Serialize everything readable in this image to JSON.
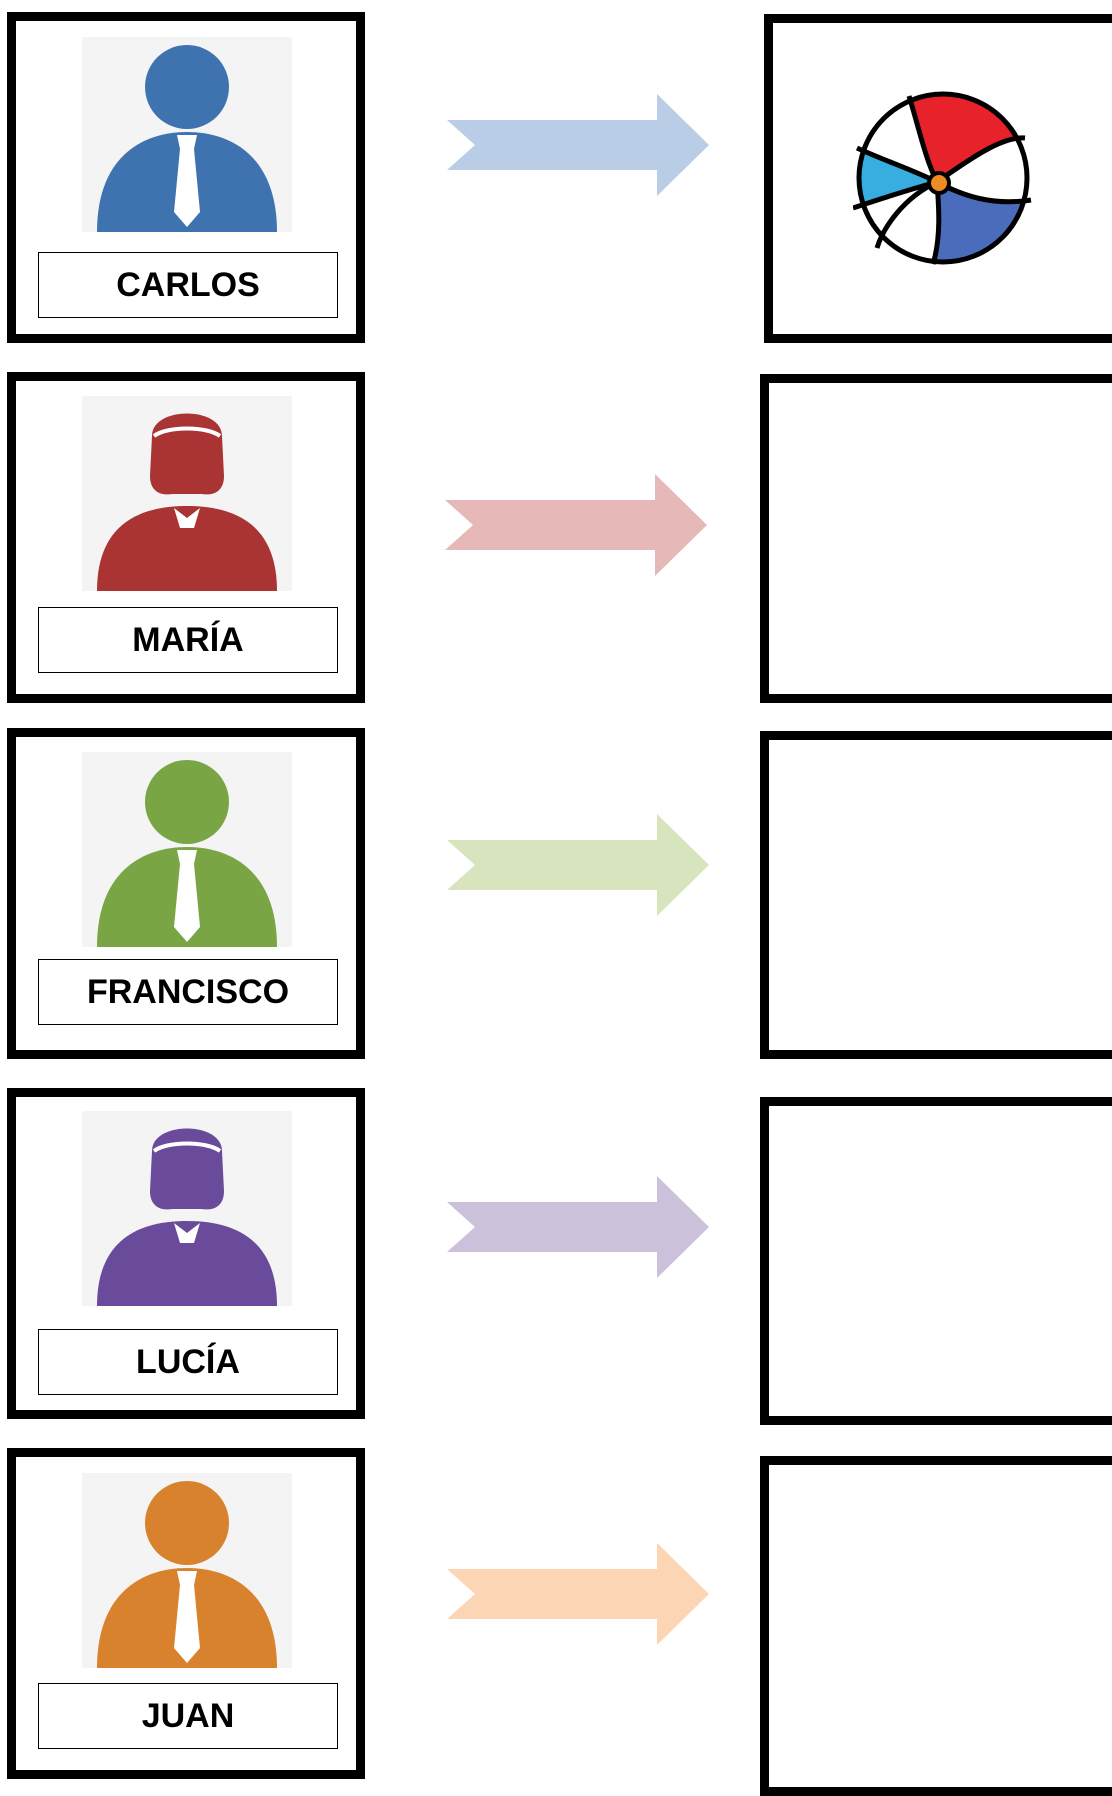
{
  "rows": [
    {
      "name": "CARLOS",
      "figure": "boy-icon",
      "color": "#3f73b0",
      "arrow_color": "#b9cde6",
      "item": "beach-ball-icon"
    },
    {
      "name": "MARÍA",
      "figure": "girl-icon",
      "color": "#a93433",
      "arrow_color": "#e6b9b8",
      "item": ""
    },
    {
      "name": "FRANCISCO",
      "figure": "boy-icon",
      "color": "#7aa544",
      "arrow_color": "#d7e4bd",
      "item": ""
    },
    {
      "name": "LUCÍA",
      "figure": "girl-icon",
      "color": "#6a4a9a",
      "arrow_color": "#ccc1da",
      "item": ""
    },
    {
      "name": "JUAN",
      "figure": "boy-icon",
      "color": "#d9822d",
      "arrow_color": "#fcd5b5",
      "item": ""
    }
  ]
}
